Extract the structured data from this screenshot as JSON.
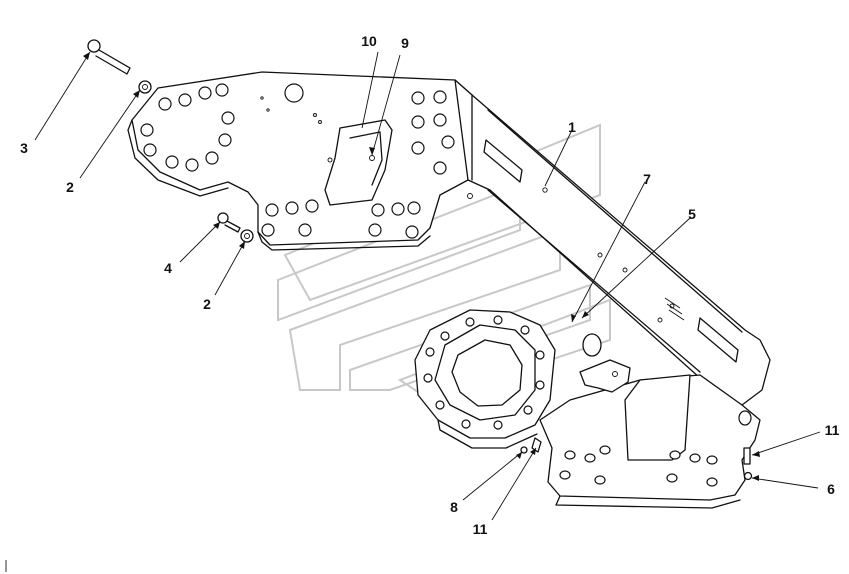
{
  "diagram": {
    "callouts": [
      {
        "id": "c1",
        "text": "1"
      },
      {
        "id": "c2a",
        "text": "2"
      },
      {
        "id": "c2b",
        "text": "2"
      },
      {
        "id": "c3",
        "text": "3"
      },
      {
        "id": "c4",
        "text": "4"
      },
      {
        "id": "c5",
        "text": "5"
      },
      {
        "id": "c6",
        "text": "6"
      },
      {
        "id": "c7",
        "text": "7"
      },
      {
        "id": "c8",
        "text": "8"
      },
      {
        "id": "c9",
        "text": "9"
      },
      {
        "id": "c10",
        "text": "10"
      },
      {
        "id": "c11a",
        "text": "11"
      },
      {
        "id": "c11b",
        "text": "11"
      }
    ],
    "line_color": "#111111",
    "watermark_color": "#c8c8c8"
  }
}
